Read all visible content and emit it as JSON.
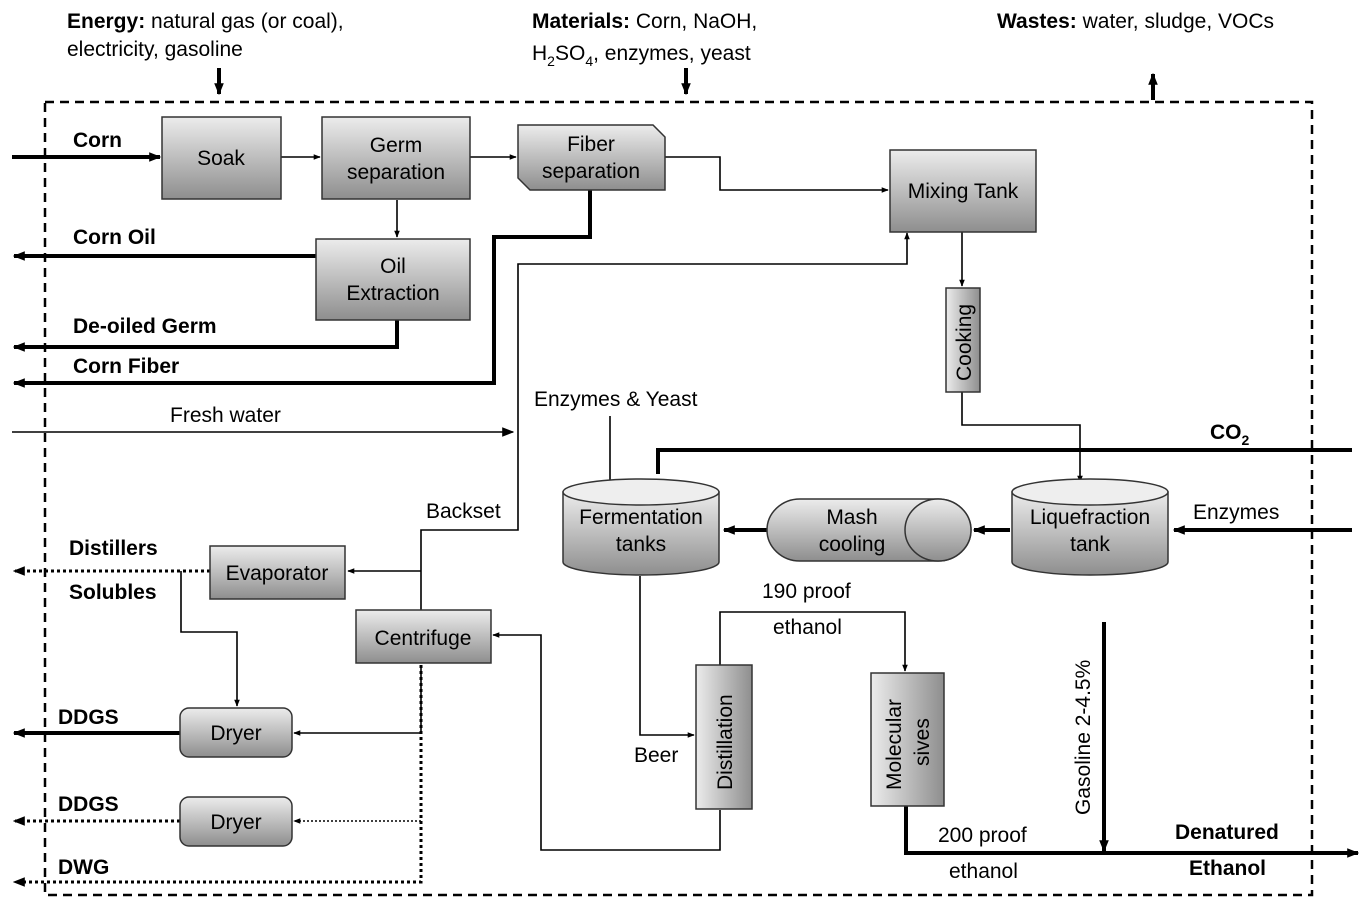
{
  "header": {
    "energy_label": "Energy:",
    "energy_text_1": "natural gas (or coal),",
    "energy_text_2": "electricity, gasoline",
    "materials_label": "Materials:",
    "materials_text_1": "Corn, NaOH,",
    "materials_h": "H",
    "materials_2": "2",
    "materials_so": "SO",
    "materials_4": "4",
    "materials_rest": ", enzymes, yeast",
    "wastes_label": "Wastes:",
    "wastes_text": "water, sludge, VOCs"
  },
  "units": {
    "soak": "Soak",
    "germ_1": "Germ",
    "germ_2": "separation",
    "fiber_1": "Fiber",
    "fiber_2": "separation",
    "mixing": "Mixing Tank",
    "oil_1": "Oil",
    "oil_2": "Extraction",
    "cooking": "Cooking",
    "ferm_1": "Fermentation",
    "ferm_2": "tanks",
    "mash_1": "Mash",
    "mash_2": "cooling",
    "liq_1": "Liquefraction",
    "liq_2": "tank",
    "evaporator": "Evaporator",
    "centrifuge": "Centrifuge",
    "dryer_1": "Dryer",
    "dryer_2": "Dryer",
    "distillation": "Distillation",
    "mol_1": "Molecular",
    "mol_2": "sives"
  },
  "streams": {
    "corn": "Corn",
    "corn_oil": "Corn Oil",
    "deoiled_germ": "De-oiled Germ",
    "corn_fiber": "Corn Fiber",
    "fresh_water": "Fresh water",
    "enzymes_yeast": "Enzymes  & Yeast",
    "co2": "CO",
    "co2_sub": "2",
    "enzymes": "Enzymes",
    "backset": "Backset",
    "distillers": "Distillers",
    "solubles": "Solubles",
    "proof190_1": "190 proof",
    "proof190_2": "ethanol",
    "ddgs_1": "DDGS",
    "ddgs_2": "DDGS",
    "dwg": "DWG",
    "beer": "Beer",
    "gasoline": "Gasoline  2-4.5%",
    "proof200_1": "200 proof",
    "proof200_2": "ethanol",
    "denatured_1": "Denatured",
    "denatured_2": "Ethanol"
  },
  "colors": {
    "box_light": "#ececec",
    "box_dark": "#8e8e8e",
    "ink": "#000000"
  }
}
